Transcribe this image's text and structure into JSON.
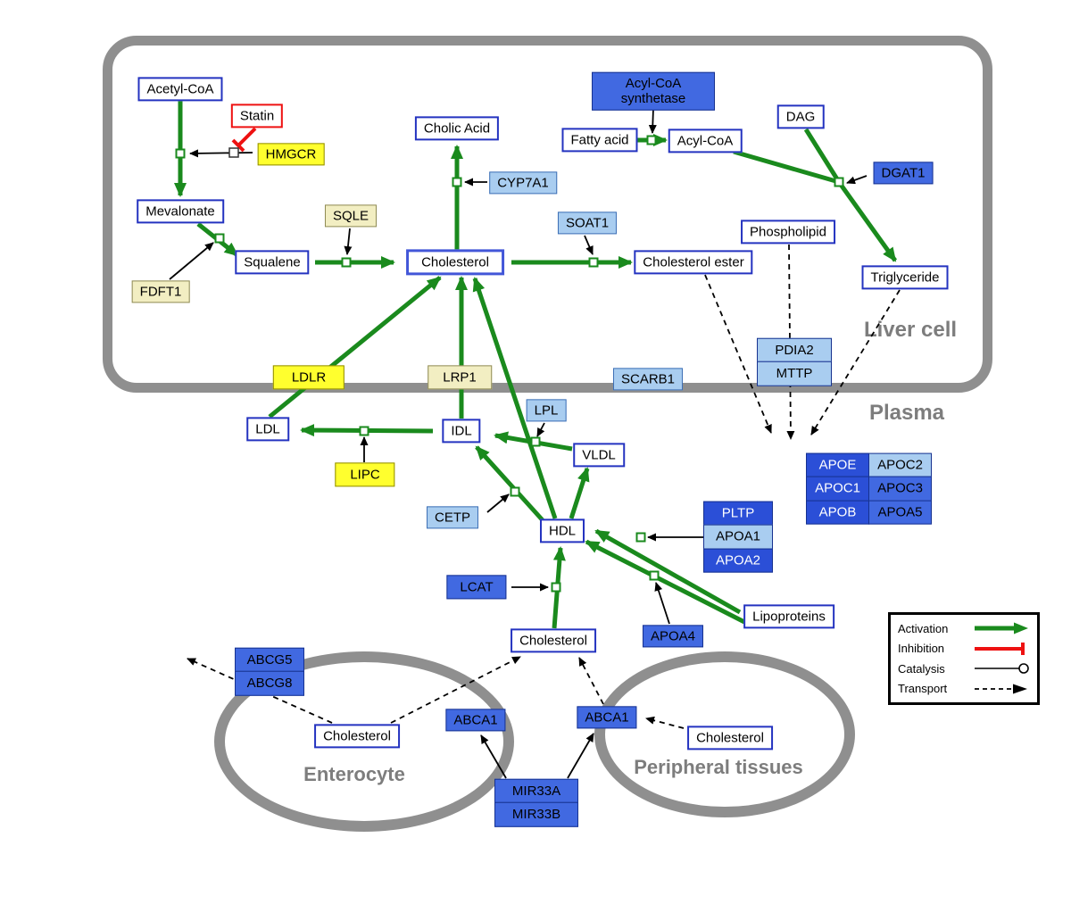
{
  "compartments": {
    "liver_label": "Liver cell",
    "plasma_label": "Plasma",
    "enterocyte_label": "Enterocyte",
    "peripheral_label": "Peripheral tissues"
  },
  "nodes": {
    "acetyl_coa": {
      "label": "Acetyl-CoA"
    },
    "statin": {
      "label": "Statin"
    },
    "hmgcr": {
      "label": "HMGCR"
    },
    "mevalonate": {
      "label": "Mevalonate"
    },
    "fdft1": {
      "label": "FDFT1"
    },
    "squalene": {
      "label": "Squalene"
    },
    "sqle": {
      "label": "SQLE"
    },
    "cholesterol": {
      "label": "Cholesterol"
    },
    "cholic_acid": {
      "label": "Cholic Acid"
    },
    "cyp7a1": {
      "label": "CYP7A1"
    },
    "soat1": {
      "label": "SOAT1"
    },
    "cholesterol_ester": {
      "label": "Cholesterol ester"
    },
    "fatty_acid": {
      "label": "Fatty acid"
    },
    "acyl_coa": {
      "label": "Acyl-CoA"
    },
    "acyl_coa_synthetase": {
      "label": "Acyl-CoA synthetase"
    },
    "dag": {
      "label": "DAG"
    },
    "dgat1": {
      "label": "DGAT1"
    },
    "phospholipid": {
      "label": "Phospholipid"
    },
    "triglyceride": {
      "label": "Triglyceride"
    },
    "pdia2": {
      "label": "PDIA2"
    },
    "mttp": {
      "label": "MTTP"
    },
    "ldlr": {
      "label": "LDLR"
    },
    "lrp1": {
      "label": "LRP1"
    },
    "scarb1": {
      "label": "SCARB1"
    },
    "ldl": {
      "label": "LDL"
    },
    "idl": {
      "label": "IDL"
    },
    "lpl": {
      "label": "LPL"
    },
    "vldl": {
      "label": "VLDL"
    },
    "lipc": {
      "label": "LIPC"
    },
    "cetp": {
      "label": "CETP"
    },
    "hdl": {
      "label": "HDL"
    },
    "pltp": {
      "label": "PLTP"
    },
    "apoa1": {
      "label": "APOA1"
    },
    "apoa2": {
      "label": "APOA2"
    },
    "apoe": {
      "label": "APOE"
    },
    "apoc2": {
      "label": "APOC2"
    },
    "apoc1": {
      "label": "APOC1"
    },
    "apoc3": {
      "label": "APOC3"
    },
    "apob": {
      "label": "APOB"
    },
    "apoa5": {
      "label": "APOA5"
    },
    "lcat": {
      "label": "LCAT"
    },
    "apoa4": {
      "label": "APOA4"
    },
    "lipoproteins": {
      "label": "Lipoproteins"
    },
    "cholesterol_plasma": {
      "label": "Cholesterol"
    },
    "abcg5": {
      "label": "ABCG5"
    },
    "abcg8": {
      "label": "ABCG8"
    },
    "cholesterol_enterocyte": {
      "label": "Cholesterol"
    },
    "abca1_enterocyte": {
      "label": "ABCA1"
    },
    "abca1_peripheral": {
      "label": "ABCA1"
    },
    "cholesterol_peripheral": {
      "label": "Cholesterol"
    },
    "mir33a": {
      "label": "MIR33A"
    },
    "mir33b": {
      "label": "MIR33B"
    }
  },
  "legend": {
    "activation": "Activation",
    "inhibition": "Inhibition",
    "catalysis": "Catalysis",
    "transport": "Transport"
  },
  "colors": {
    "activation_green": "#1a8a1d",
    "inhibition_red": "#ee1111",
    "gene_blue": "#4169e1",
    "gene_dark_blue": "#2b4fd7",
    "gene_light_blue": "#a9cdf0",
    "highlight_yellow": "#ffff2e",
    "pale_yellow": "#f2eec2",
    "metabolite_border_blue": "#2433c0",
    "membrane_gray": "#8f8f8f"
  }
}
